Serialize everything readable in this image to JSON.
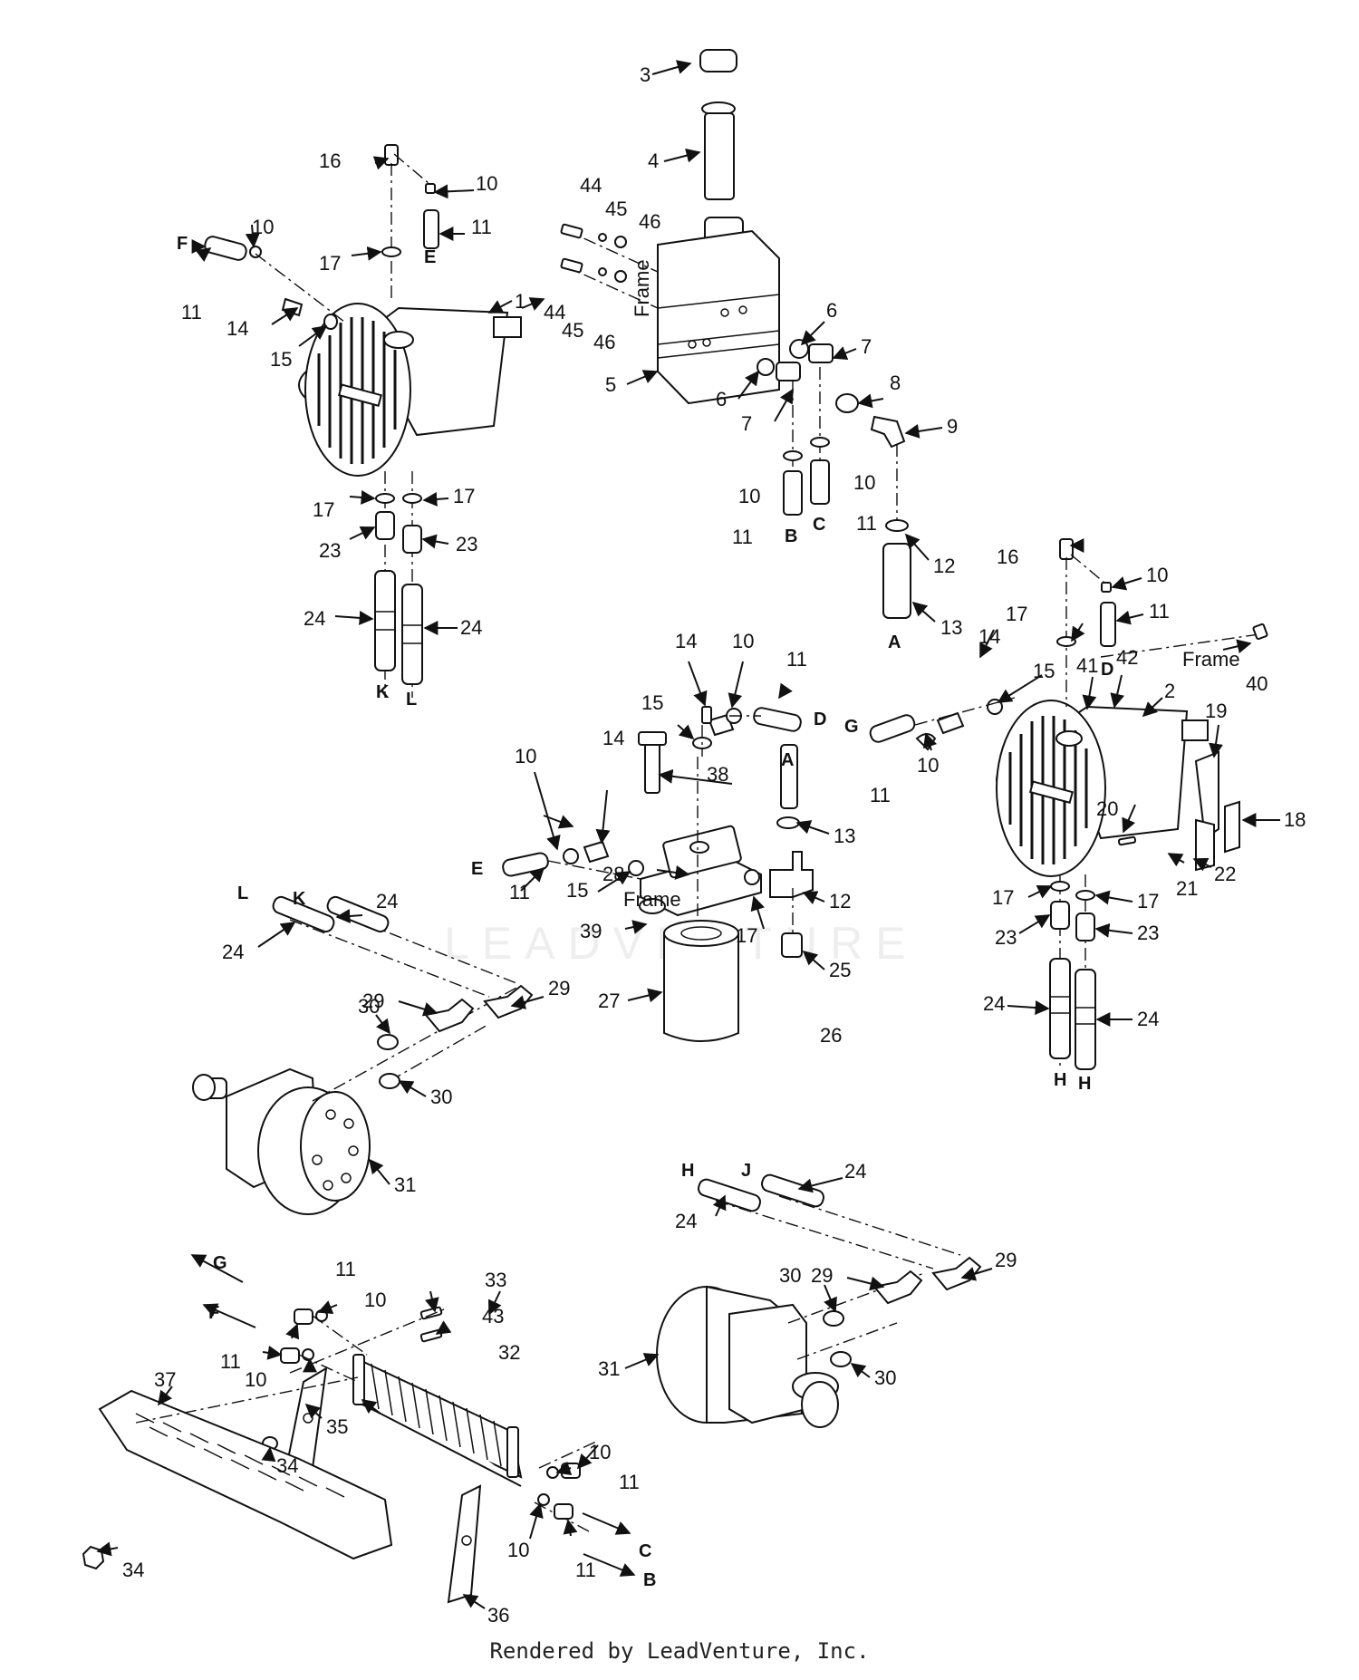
{
  "watermark": "LEADVENTURE",
  "footer": "Rendered by LeadVenture, Inc.",
  "frame_label": "Frame",
  "callouts": [
    "1",
    "2",
    "3",
    "4",
    "5",
    "6",
    "7",
    "8",
    "9",
    "10",
    "11",
    "12",
    "13",
    "14",
    "15",
    "16",
    "17",
    "18",
    "19",
    "20",
    "21",
    "22",
    "23",
    "24",
    "25",
    "26",
    "27",
    "28",
    "29",
    "30",
    "31",
    "32",
    "33",
    "34",
    "35",
    "36",
    "37",
    "38",
    "39",
    "40",
    "41",
    "42",
    "43",
    "44",
    "45",
    "46"
  ],
  "connectors": [
    "A",
    "B",
    "C",
    "D",
    "E",
    "F",
    "G",
    "H",
    "J",
    "K",
    "L"
  ]
}
